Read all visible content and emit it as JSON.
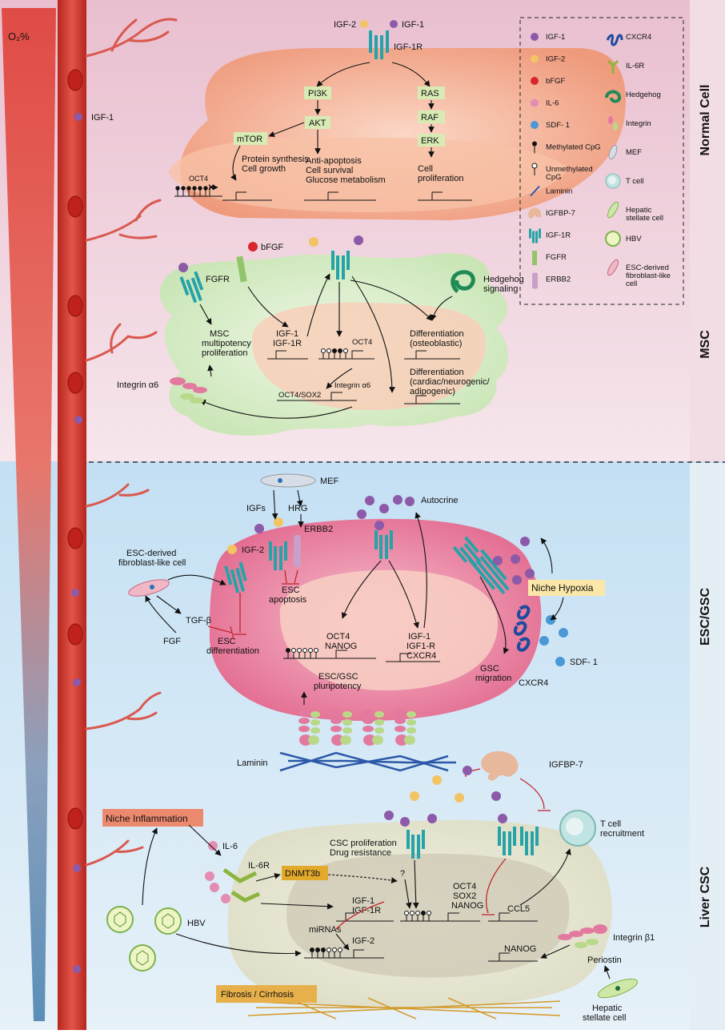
{
  "oxygen_label": "O₂%",
  "sections": {
    "normal": "Normal Cell",
    "msc": "MSC",
    "esc": "ESC/GSC",
    "liver": "Liver CSC"
  },
  "colors": {
    "top_bg": "#ecc7d4",
    "bottom_bg": "#cfe3f1",
    "vessel": "#d6423b",
    "igf1": "#8c5aa8",
    "igf2": "#f2c463",
    "bfgf": "#d9262c",
    "il6": "#e48db3",
    "sdf1": "#4a98d6",
    "receptor": "#25a3a8",
    "fgfr": "#92c56b",
    "erbb2": "#c9a0c9",
    "inhibit": "#c1272d"
  },
  "legend": [
    {
      "icon": "igf1-ligand-icon",
      "label": "IGF-1"
    },
    {
      "icon": "igf2-ligand-icon",
      "label": "IGF-2"
    },
    {
      "icon": "bfgf-ligand-icon",
      "label": "bFGF"
    },
    {
      "icon": "il6-ligand-icon",
      "label": "IL-6"
    },
    {
      "icon": "sdf1-ligand-icon",
      "label": "SDF- 1"
    },
    {
      "icon": "methylated-cpg-icon",
      "label": "Methylated CpG"
    },
    {
      "icon": "unmethylated-cpg-icon",
      "label": "Unmethylated CpG"
    },
    {
      "icon": "laminin-icon",
      "label": "Laminin"
    },
    {
      "icon": "igfbp7-icon",
      "label": "IGFBP-7"
    },
    {
      "icon": "igf1r-icon",
      "label": "IGF-1R"
    },
    {
      "icon": "fgfr-icon",
      "label": "FGFR"
    },
    {
      "icon": "erbb2-icon",
      "label": "ERBB2"
    },
    {
      "icon": "cxcr4-icon",
      "label": "CXCR4"
    },
    {
      "icon": "il6r-icon",
      "label": "IL-6R"
    },
    {
      "icon": "hedgehog-icon",
      "label": "Hedgehog"
    },
    {
      "icon": "integrin-icon",
      "label": "Integrin"
    },
    {
      "icon": "mef-icon",
      "label": "MEF"
    },
    {
      "icon": "t-cell-icon",
      "label": "T cell"
    },
    {
      "icon": "hepatic-stellate-icon",
      "label": "Hepatic stellate cell"
    },
    {
      "icon": "hbv-icon",
      "label": "HBV"
    },
    {
      "icon": "fibroblast-like-icon",
      "label": "ESC-derived fibroblast-like cell"
    }
  ],
  "normal": {
    "igf2": "IGF-2",
    "igf1": "IGF-1",
    "igf1r": "IGF-1R",
    "igf1_blood": "IGF-1",
    "pi3k": "PI3K",
    "akt": "AKT",
    "mtor": "mTOR",
    "ras": "RAS",
    "raf": "RAF",
    "erk": "ERK",
    "oct4": "OCT4",
    "protein_synthesis": "Protein synthesis",
    "cell_growth": "Cell growth",
    "anti_apoptosis": "Anti-apoptosis",
    "cell_survival": "Cell survival",
    "glucose": "Glucose metabolism",
    "cell": "Cell",
    "proliferation": "proliferation"
  },
  "msc": {
    "fgfr": "FGFR",
    "bfgf": "bFGF",
    "hedgehog": "Hedgehog",
    "signaling": "signaling",
    "msc": "MSC",
    "multipotency": "multipotency",
    "proliferation": "proliferation",
    "igf1": "IGF-1",
    "igf1r": "IGF-1R",
    "oct4": "OCT4",
    "oct4sox2": "OCT4/SOX2",
    "integrin_a6_in": "Integrin α6",
    "integrin_a6": "Integrin α6",
    "diff1": "Differentiation",
    "osteo": "(osteoblastic)",
    "diff2": "Differentiation",
    "cardiac": "(cardiac/neurogenic/",
    "adipo": "adipogenic)"
  },
  "esc": {
    "mef": "MEF",
    "igfs": "IGFs",
    "hrg": "HRG",
    "erbb2": "ERBB2",
    "autocrine": "Autocrine",
    "igf2": "IGF-2",
    "fib1": "ESC-derived",
    "fib2": "fibroblast-like cell",
    "tgfb": "TGF-β",
    "fgf": "FGF",
    "esc_apop1": "ESC",
    "esc_apop2": "apoptosis",
    "esc_diff1": "ESC",
    "esc_diff2": "differentiation",
    "oct4": "OCT4",
    "nanog": "NANOG",
    "igf1": "IGF-1",
    "igf1r": "IGF1-R",
    "cxcr4_gene": "CXCR4",
    "pluri1": "ESC/GSC",
    "pluri2": "pluripotency",
    "niche_hypoxia": "Niche  Hypoxia",
    "sdf1": "SDF- 1",
    "cxcr4": "CXCR4",
    "gsc1": "GSC",
    "gsc2": "migration",
    "laminin": "Laminin"
  },
  "liver": {
    "igfbp7": "IGFBP-7",
    "tcell1": "T cell",
    "tcell2": "recruitment",
    "niche_inflam": "Niche Inflammation",
    "il6": "IL-6",
    "il6r": "IL-6R",
    "dnmt3b": "DNMT3b",
    "csc1": "CSC proliferation",
    "csc2": "Drug resistance",
    "q": "?",
    "igf1": "IGF-1",
    "igf1r": "IGF-1R",
    "oct4": "OCT4",
    "sox2": "SOX2",
    "nanog": "NANOG",
    "ccl5": "CCL5",
    "mirnas": "miRNAs",
    "igf2": "IGF-2",
    "nanog2": "NANOG",
    "hbv": "HBV",
    "integrin_b1": "Integrin β1",
    "periostin": "Periostin",
    "hepatic1": "Hepatic",
    "hepatic2": "stellate cell",
    "fibrosis": "Fibrosis / Cirrhosis"
  }
}
